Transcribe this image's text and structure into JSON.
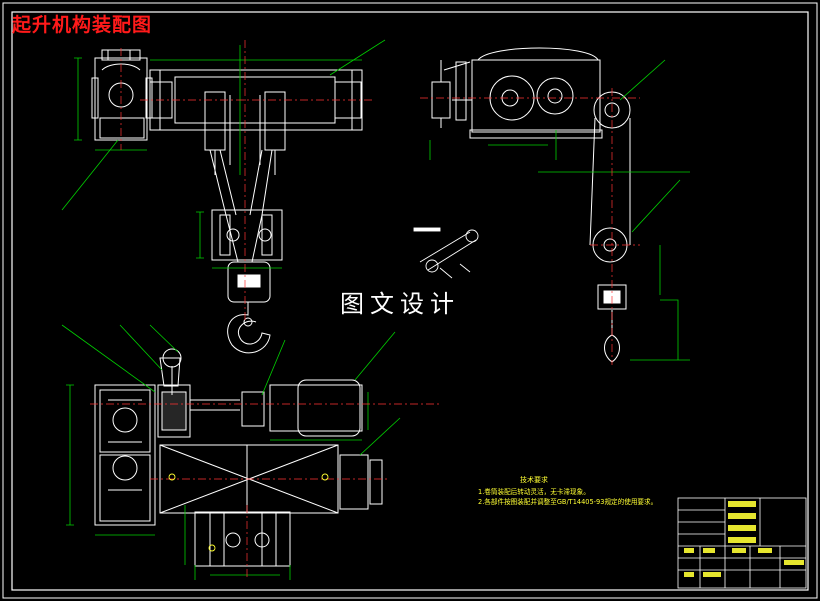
{
  "drawing": {
    "title": "起升机构装配图",
    "watermark": "图文设计"
  },
  "tech_notes": {
    "heading": "技术要求",
    "items": [
      "1.卷筒装配后转动灵活，无卡滞现象。",
      "2.各部件按图装配并调整至GB/T14405-93规定的使用要求。"
    ]
  },
  "colors": {
    "background": "#000000",
    "outline": "#ffffff",
    "centerline": "#ff3333",
    "dimension": "#00d000",
    "parts": "#ffff33",
    "title_text": "#ff1a1a"
  }
}
